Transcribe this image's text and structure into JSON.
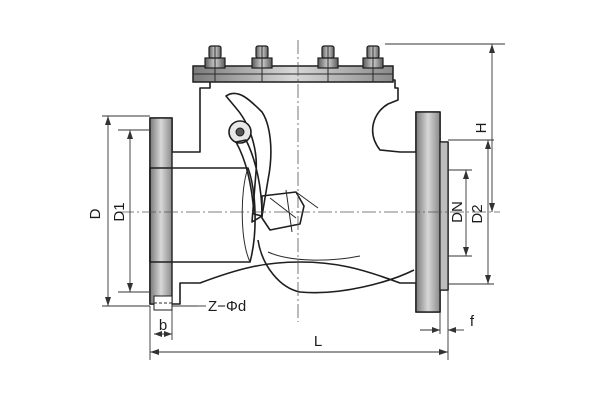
{
  "labels": {
    "D": "D",
    "D1": "D1",
    "DN": "DN",
    "D2": "D2",
    "H": "H",
    "L": "L",
    "b": "b",
    "f": "f",
    "Zd": "Z−Φd"
  }
}
